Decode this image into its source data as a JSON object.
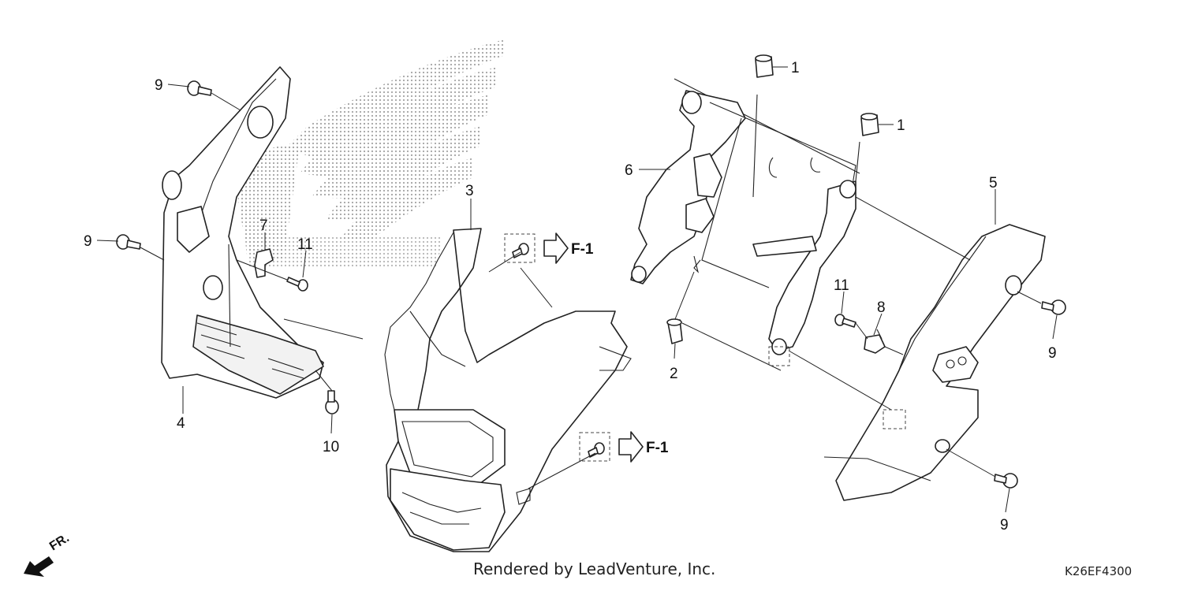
{
  "diagram": {
    "callouts": [
      {
        "id": "c1a",
        "label": "1"
      },
      {
        "id": "c1b",
        "label": "1"
      },
      {
        "id": "c2",
        "label": "2"
      },
      {
        "id": "c3",
        "label": "3"
      },
      {
        "id": "c4",
        "label": "4"
      },
      {
        "id": "c5",
        "label": "5"
      },
      {
        "id": "c6",
        "label": "6"
      },
      {
        "id": "c7",
        "label": "7"
      },
      {
        "id": "c8",
        "label": "8"
      },
      {
        "id": "c9a",
        "label": "9"
      },
      {
        "id": "c9b",
        "label": "9"
      },
      {
        "id": "c9c",
        "label": "9"
      },
      {
        "id": "c9d",
        "label": "9"
      },
      {
        "id": "c10",
        "label": "10"
      },
      {
        "id": "c11a",
        "label": "11"
      },
      {
        "id": "c11b",
        "label": "11"
      }
    ],
    "references": [
      {
        "id": "ref-top",
        "label": "F-1"
      },
      {
        "id": "ref-bottom",
        "label": "F-1"
      }
    ],
    "direction_label": "FR.",
    "credit": "Rendered by LeadVenture, Inc.",
    "diagram_code": "K26EF4300",
    "colors": {
      "line": "#222222",
      "watermark": "#9a9a9a",
      "background": "#ffffff"
    }
  }
}
